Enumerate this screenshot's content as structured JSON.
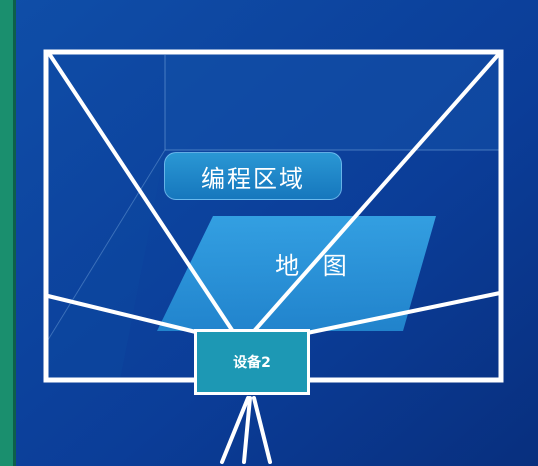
{
  "labels": {
    "programming_area": "编程区域",
    "map": "地 图",
    "device": "设备2"
  },
  "colors": {
    "background": "#0b3d98",
    "left_strip": "#1a8f6e",
    "frame": "#ffffff",
    "map_fill": "#2ea3e6",
    "device_fill": "#1d98b4",
    "label_fill": "#1f88cc"
  },
  "icons": [
    "tripod-legs-icon"
  ]
}
